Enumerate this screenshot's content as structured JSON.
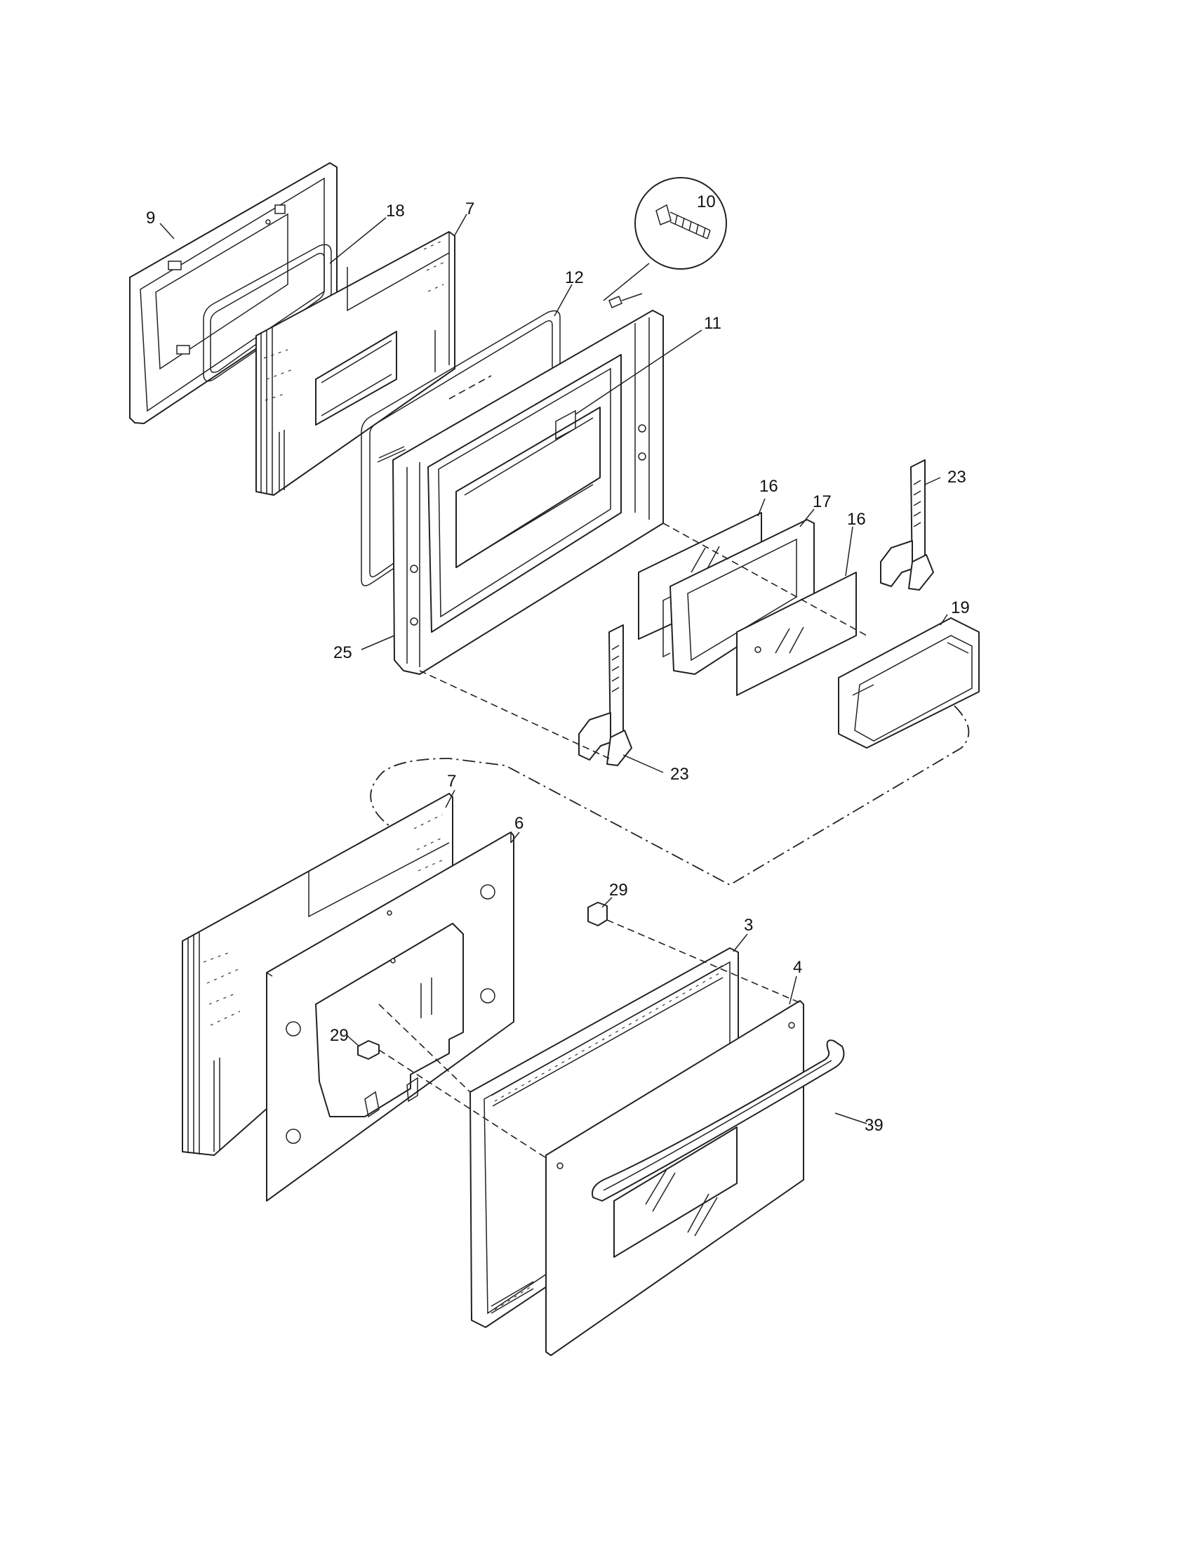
{
  "labels": {
    "p9": "9",
    "p18": "18",
    "p7_top": "7",
    "p10": "10",
    "p12": "12",
    "p11": "11",
    "p16_left": "16",
    "p17": "17",
    "p16_right": "16",
    "p23_top": "23",
    "p19": "19",
    "p25": "25",
    "p23_bottom": "23",
    "p7_bottom": "7",
    "p6": "6",
    "p29_top": "29",
    "p3": "3",
    "p4": "4",
    "p29_left": "29",
    "p39": "39"
  }
}
